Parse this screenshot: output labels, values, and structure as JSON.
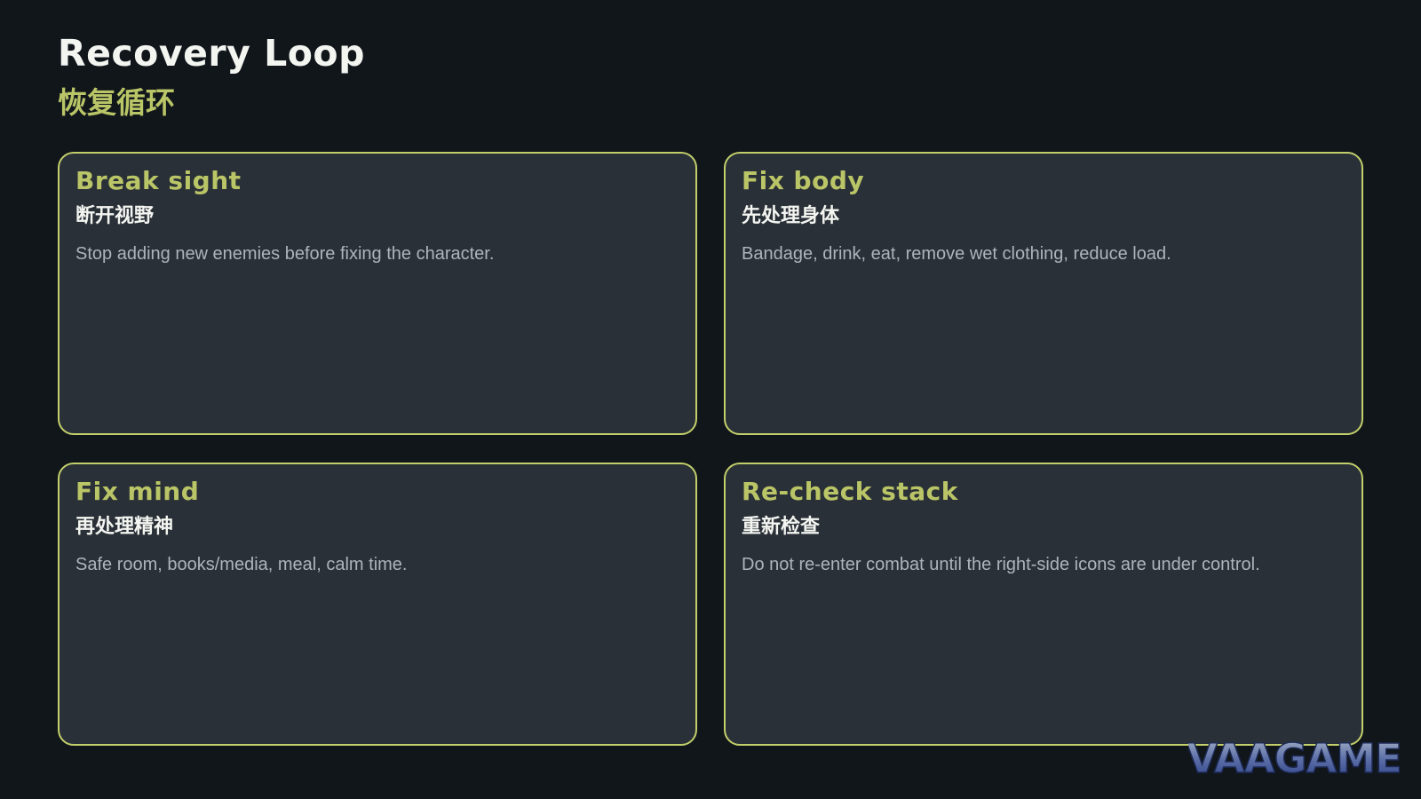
{
  "header": {
    "title": "Recovery Loop",
    "subtitle": "恢复循环"
  },
  "cards": [
    {
      "title": "Break sight",
      "subtitle": "断开视野",
      "description": "Stop adding new enemies before fixing the character."
    },
    {
      "title": "Fix body",
      "subtitle": "先处理身体",
      "description": "Bandage, drink, eat, remove wet clothing, reduce load."
    },
    {
      "title": "Fix mind",
      "subtitle": "再处理精神",
      "description": "Safe room, books/media, meal, calm time."
    },
    {
      "title": "Re-check stack",
      "subtitle": "重新检查",
      "description": "Do not re-enter combat until the right-side icons are under control."
    }
  ],
  "watermark": {
    "text": "VAAGAME"
  },
  "colors": {
    "background": "#11161b",
    "card_background": "#2a3037",
    "accent": "#b9c566",
    "border": "#c2cf6a",
    "title_text": "#f3f5f1",
    "body_text": "#aeb4ba",
    "watermark_blue": "#3a4f96"
  }
}
